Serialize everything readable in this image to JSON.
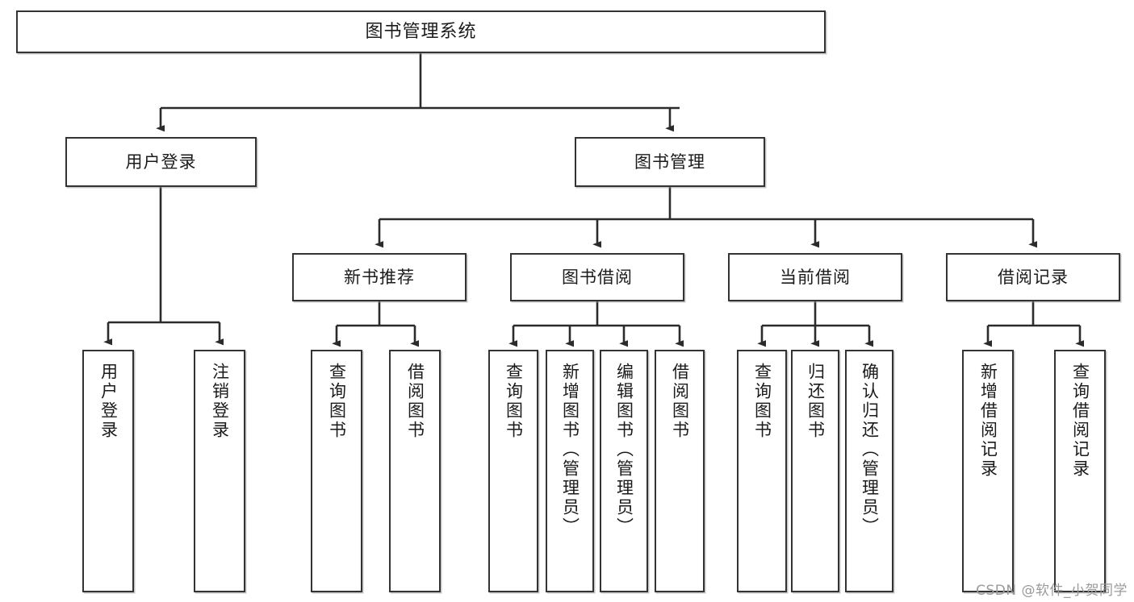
{
  "diagram": {
    "type": "tree",
    "title": "图书管理系统",
    "watermark": "CSDN @软件_小贺同学",
    "stroke_color": "#333333",
    "fill_color": "#ffffff",
    "text_color": "#1b1b1b",
    "nodes": {
      "root": {
        "label": "图书管理系统"
      },
      "l1": [
        {
          "id": "user_login",
          "label": "用户登录"
        },
        {
          "id": "book_mgmt",
          "label": "图书管理"
        }
      ],
      "l2": [
        {
          "id": "new_book_rec",
          "label": "新书推荐"
        },
        {
          "id": "book_borrow",
          "label": "图书借阅"
        },
        {
          "id": "current_borrow",
          "label": "当前借阅"
        },
        {
          "id": "borrow_record",
          "label": "借阅记录"
        }
      ],
      "leaves": {
        "user_login": [
          {
            "label": "用户登录"
          },
          {
            "label": "注销登录"
          }
        ],
        "new_book_rec": [
          {
            "label": "查询图书"
          },
          {
            "label": "借阅图书"
          }
        ],
        "book_borrow": [
          {
            "label": "查询图书"
          },
          {
            "label": "新增图书（管理员）"
          },
          {
            "label": "编辑图书（管理员）"
          },
          {
            "label": "借阅图书"
          }
        ],
        "current_borrow": [
          {
            "label": "查询图书"
          },
          {
            "label": "归还图书"
          },
          {
            "label": "确认归还（管理员）"
          }
        ],
        "borrow_record": [
          {
            "label": "新增借阅记录"
          },
          {
            "label": "查询借阅记录"
          }
        ]
      }
    }
  }
}
